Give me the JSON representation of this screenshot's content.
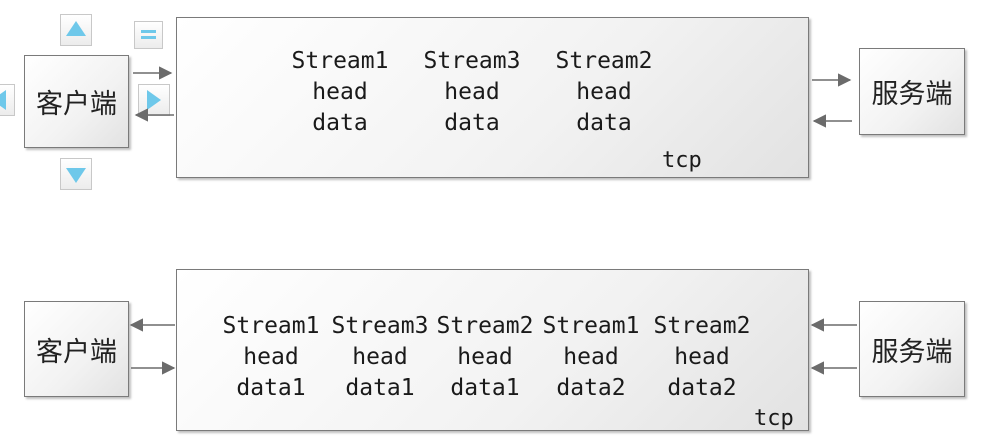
{
  "top": {
    "client_label": "客户端",
    "server_label": "服务端",
    "tcp_label": "tcp",
    "streams": [
      {
        "name": "Stream1",
        "head": "head",
        "data": "data"
      },
      {
        "name": "Stream3",
        "head": "head",
        "data": "data"
      },
      {
        "name": "Stream2",
        "head": "head",
        "data": "data"
      }
    ]
  },
  "bottom": {
    "client_label": "客户端",
    "server_label": "服务端",
    "tcp_label": "tcp",
    "streams": [
      {
        "name": "Stream1",
        "head": "head",
        "data": "data1"
      },
      {
        "name": "Stream3",
        "head": "head",
        "data": "data1"
      },
      {
        "name": "Stream2",
        "head": "head",
        "data": "data1"
      },
      {
        "name": "Stream1",
        "head": "head",
        "data": "data2"
      },
      {
        "name": "Stream2",
        "head": "head",
        "data": "data2"
      }
    ]
  },
  "colors": {
    "arrow": "#6b6b6b",
    "handle_fill": "#6ec8ea",
    "box_border": "#7a7a7a"
  }
}
